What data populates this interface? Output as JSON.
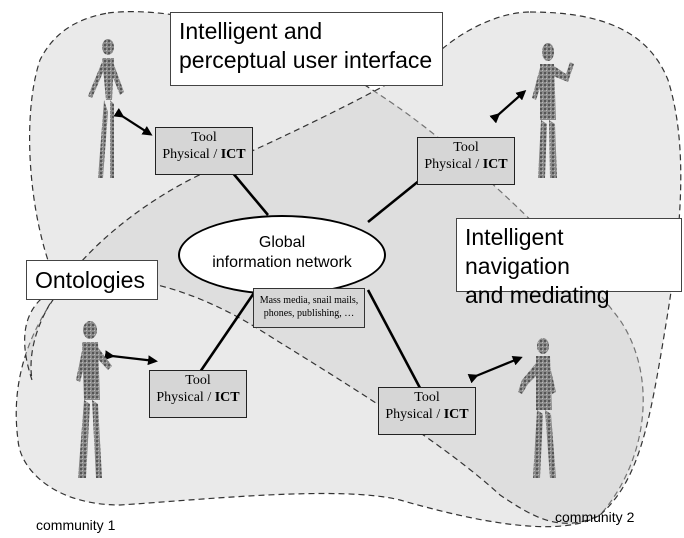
{
  "labels": {
    "ui_line1": "Intelligent and",
    "ui_line2": "perceptual user interface",
    "nav_line1": "Intelligent navigation",
    "nav_line2": "and mediating",
    "ontologies": "Ontologies"
  },
  "network": {
    "line1": "Global",
    "line2": "information network",
    "media_line1": "Mass media, snail mails,",
    "media_line2": "phones, publishing, …"
  },
  "tools": [
    {
      "title": "Tool",
      "physical": "Physical /",
      "ict": "ICT"
    },
    {
      "title": "Tool",
      "physical": "Physical /",
      "ict": "ICT"
    },
    {
      "title": "Tool",
      "physical": "Physical /",
      "ict": "ICT"
    },
    {
      "title": "Tool",
      "physical": "Physical /",
      "ict": "ICT"
    }
  ],
  "communities": [
    "community 1",
    "community 2"
  ]
}
